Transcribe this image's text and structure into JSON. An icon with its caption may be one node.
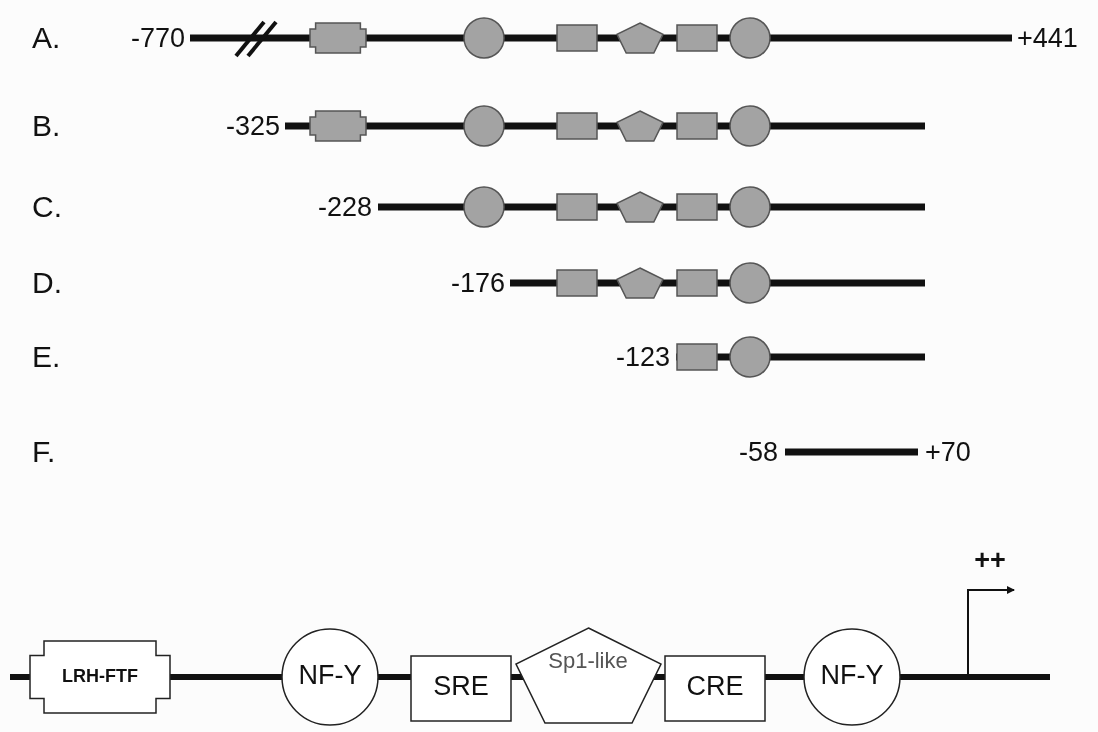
{
  "diagram": {
    "nodes": [
      {
        "text": [],
        "shape": "box"
      },
      {
        "text": [],
        "shape": "circle"
      },
      {
        "text": [],
        "shape": "box"
      },
      {
        "text": [],
        "shape": "pentagon"
      },
      {
        "text": [],
        "shape": "box"
      },
      {
        "text": [],
        "shape": "circle"
      },
      {
        "text": [],
        "shape": "box"
      },
      {
        "text": [],
        "shape": "circle"
      },
      {
        "text": [],
        "shape": "box"
      },
      {
        "text": [],
        "shape": "pentagon"
      },
      {
        "text": [],
        "shape": "box"
      },
      {
        "text": [],
        "shape": "circle"
      },
      {
        "text": [],
        "shape": "circle"
      },
      {
        "text": [],
        "shape": "box"
      },
      {
        "text": [],
        "shape": "pentagon"
      },
      {
        "text": [],
        "shape": "box"
      },
      {
        "text": [],
        "shape": "circle"
      },
      {
        "text": [],
        "shape": "box"
      },
      {
        "text": [],
        "shape": "pentagon"
      },
      {
        "text": [],
        "shape": "box"
      },
      {
        "text": [],
        "shape": "circle"
      },
      {
        "text": [],
        "shape": "box"
      },
      {
        "text": [],
        "shape": "circle"
      },
      {
        "text": [
          "LRH-FTF"
        ]
      },
      {
        "text": [
          "NF-Y"
        ]
      },
      {
        "text": [
          "SRE"
        ]
      },
      {
        "text": [
          "Sp1-like"
        ]
      },
      {
        "text": [
          "CRE"
        ]
      },
      {
        "text": [
          "NF-Y"
        ]
      }
    ],
    "edges": [],
    "labels": [
      "A.",
      "-770",
      "+441",
      "B.",
      "-325",
      "C.",
      "-228",
      "D.",
      "-176",
      "E.",
      "-123",
      "F.",
      "-58",
      "+70",
      "++"
    ]
  }
}
